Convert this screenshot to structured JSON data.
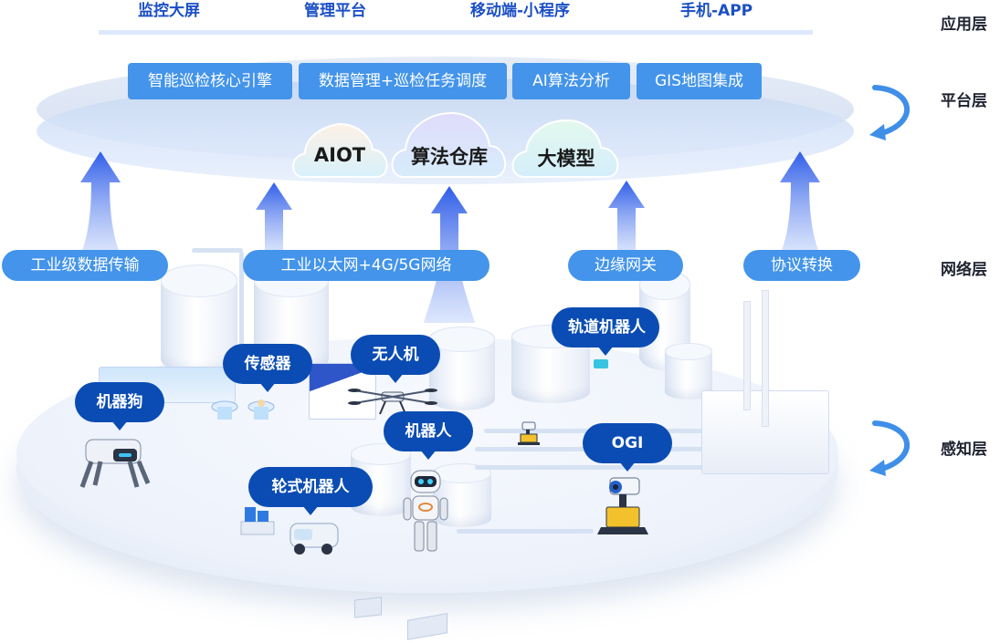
{
  "application_layer": {
    "items": [
      {
        "label": "监控大屏"
      },
      {
        "label": "管理平台"
      },
      {
        "label": "移动端-小程序"
      },
      {
        "label": "手机-APP"
      }
    ]
  },
  "layer_labels": {
    "application": "应用层",
    "platform": "平台层",
    "network": "网络层",
    "perception": "感知层"
  },
  "platform_layer": {
    "modules": [
      {
        "label": "智能巡检核心引擎"
      },
      {
        "label": "数据管理+巡检任务调度"
      },
      {
        "label": "AI算法分析"
      },
      {
        "label": "GIS地图集成"
      }
    ],
    "clouds": [
      {
        "label": "AIOT"
      },
      {
        "label": "算法仓库"
      },
      {
        "label": "大模型"
      }
    ]
  },
  "network_layer": {
    "items": [
      {
        "label": "工业级数据传输"
      },
      {
        "label": "工业以太网+4G/5G网络"
      },
      {
        "label": "边缘网关"
      },
      {
        "label": "协议转换"
      }
    ]
  },
  "perception_layer": {
    "devices": [
      {
        "label": "机器狗"
      },
      {
        "label": "传感器"
      },
      {
        "label": "无人机"
      },
      {
        "label": "机器人"
      },
      {
        "label": "轨道机器人"
      },
      {
        "label": "轮式机器人"
      },
      {
        "label": "OGI"
      }
    ]
  },
  "colors": {
    "app_text": "#1b4fc4",
    "platform_button": "#4394ea",
    "network_pill": "#4394ea",
    "bubble": "#0a4cb3",
    "arrow_top": "#2f5de8",
    "arrow_bottom": "#c6d6fb",
    "curve_arrow": "#3f8fe8",
    "layer_label": "#1f2330"
  }
}
